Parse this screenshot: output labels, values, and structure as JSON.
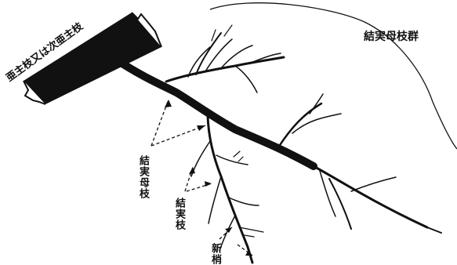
{
  "labels": {
    "scaffold_branch": "亜主枝又は次亜主枝",
    "fruiting_mother_branch_group": "結実母枝群",
    "fruiting_mother_branch": "結実母枝",
    "fruiting_branch": "結実枝",
    "new_shoot": "新梢"
  },
  "colors": {
    "ink": "#111111",
    "background": "#ffffff"
  }
}
